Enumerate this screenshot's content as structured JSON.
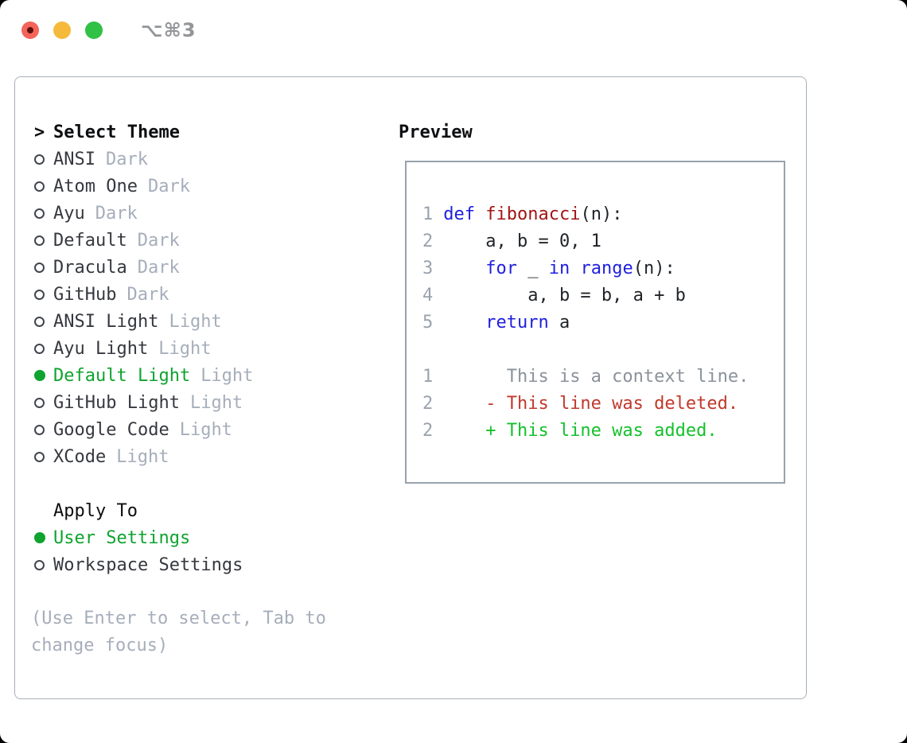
{
  "colors": {
    "accent-green": "#0fa32f",
    "add-green": "#15c02c",
    "del-red": "#c1392b",
    "kw-blue": "#1f1fe0",
    "fn-red": "#a31515",
    "ctx-gray": "#8b929b",
    "ln": "#9aa3ae",
    "muted": "#a6aebb",
    "ink": "#36383f",
    "heading": "#0d0e10",
    "panel-border": "#a9b0ba",
    "preview-border": "#99a2ad",
    "shortcut": "#939599",
    "tl-red": "#f4645a",
    "tl-yellow": "#f5b93b",
    "tl-green": "#30c146"
  },
  "titlebar": {
    "shortcut": "⌥⌘3"
  },
  "sidebar": {
    "prompt": ">",
    "title": "Select Theme",
    "themes": [
      {
        "name": "ANSI",
        "variant": "Dark",
        "selected": false
      },
      {
        "name": "Atom One",
        "variant": "Dark",
        "selected": false
      },
      {
        "name": "Ayu",
        "variant": "Dark",
        "selected": false
      },
      {
        "name": "Default",
        "variant": "Dark",
        "selected": false
      },
      {
        "name": "Dracula",
        "variant": "Dark",
        "selected": false
      },
      {
        "name": "GitHub",
        "variant": "Dark",
        "selected": false
      },
      {
        "name": "ANSI Light",
        "variant": "Light",
        "selected": false
      },
      {
        "name": "Ayu Light",
        "variant": "Light",
        "selected": false
      },
      {
        "name": "Default Light",
        "variant": "Light",
        "selected": true
      },
      {
        "name": "GitHub Light",
        "variant": "Light",
        "selected": false
      },
      {
        "name": "Google Code",
        "variant": "Light",
        "selected": false
      },
      {
        "name": "XCode",
        "variant": "Light",
        "selected": false
      }
    ]
  },
  "apply_to": {
    "title": "Apply To",
    "options": [
      {
        "label": "User Settings",
        "selected": true
      },
      {
        "label": "Workspace Settings",
        "selected": false
      }
    ]
  },
  "help": {
    "text": "(Use Enter to select, Tab to change focus)"
  },
  "preview": {
    "title": "Preview",
    "lines": [
      {
        "num": "1",
        "segs": [
          {
            "t": "def ",
            "s": "kw"
          },
          {
            "t": "fibonacci",
            "s": "fn"
          },
          {
            "t": "(n):",
            "s": "pl"
          }
        ]
      },
      {
        "num": "2",
        "segs": [
          {
            "t": "    a, b = 0, 1",
            "s": "pl"
          }
        ]
      },
      {
        "num": "3",
        "segs": [
          {
            "t": "    ",
            "s": "pl"
          },
          {
            "t": "for",
            "s": "kw"
          },
          {
            "t": " _ ",
            "s": "pl"
          },
          {
            "t": "in",
            "s": "kw"
          },
          {
            "t": " ",
            "s": "pl"
          },
          {
            "t": "range",
            "s": "kw"
          },
          {
            "t": "(n):",
            "s": "pl"
          }
        ]
      },
      {
        "num": "4",
        "segs": [
          {
            "t": "        a, b = b, a + b",
            "s": "pl"
          }
        ]
      },
      {
        "num": "5",
        "segs": [
          {
            "t": "    ",
            "s": "pl"
          },
          {
            "t": "return",
            "s": "kw"
          },
          {
            "t": " a",
            "s": "pl"
          }
        ]
      },
      {
        "num": "",
        "segs": []
      },
      {
        "num": "1",
        "segs": [
          {
            "t": "      This is a context line.",
            "s": "ctx"
          }
        ]
      },
      {
        "num": "2",
        "segs": [
          {
            "t": "    - This line was deleted.",
            "s": "del"
          }
        ]
      },
      {
        "num": "2",
        "segs": [
          {
            "t": "    + This line was added.",
            "s": "add"
          }
        ]
      }
    ]
  }
}
